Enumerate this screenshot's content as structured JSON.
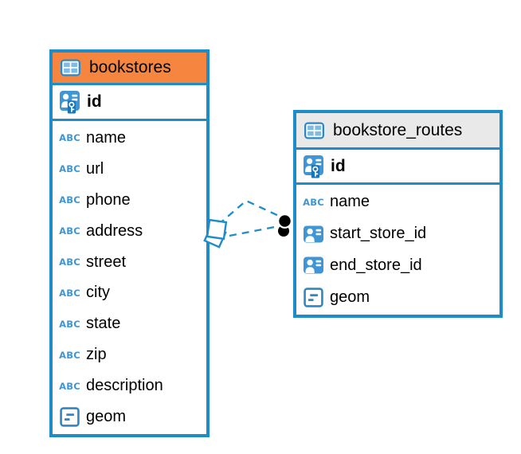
{
  "tables": [
    {
      "name": "bookstores",
      "header_color": "#F5853F",
      "primary_key": {
        "name": "id"
      },
      "columns": [
        {
          "name": "name",
          "type": "text"
        },
        {
          "name": "url",
          "type": "text"
        },
        {
          "name": "phone",
          "type": "text"
        },
        {
          "name": "address",
          "type": "text"
        },
        {
          "name": "street",
          "type": "text"
        },
        {
          "name": "city",
          "type": "text"
        },
        {
          "name": "state",
          "type": "text"
        },
        {
          "name": "zip",
          "type": "text"
        },
        {
          "name": "description",
          "type": "text"
        },
        {
          "name": "geom",
          "type": "geometry"
        }
      ]
    },
    {
      "name": "bookstore_routes",
      "header_color": "#E9E9E9",
      "primary_key": {
        "name": "id"
      },
      "columns": [
        {
          "name": "name",
          "type": "text"
        },
        {
          "name": "start_store_id",
          "type": "reference"
        },
        {
          "name": "end_store_id",
          "type": "reference"
        },
        {
          "name": "geom",
          "type": "geometry"
        }
      ]
    }
  ],
  "icons": {
    "table": "table-icon",
    "primary_key": "primary-key-icon",
    "text_type_glyph": "ABC",
    "reference": "reference-column-icon",
    "geometry": "geometry-column-icon"
  },
  "relationship": {
    "from_table": "bookstores",
    "to_table": "bookstore_routes",
    "line_style": "dashed",
    "line_count": 2,
    "left_endpoint": "stacked-diamonds",
    "right_endpoint": "stacked-black-dots",
    "line_color": "#1E8CC8"
  },
  "colors": {
    "table_border": "#1E8CC8",
    "selected_header": "#F5853F",
    "header": "#E9E9E9",
    "icon_blue": "#3E96D4",
    "text": "#000000",
    "background": "#FFFFFF"
  }
}
